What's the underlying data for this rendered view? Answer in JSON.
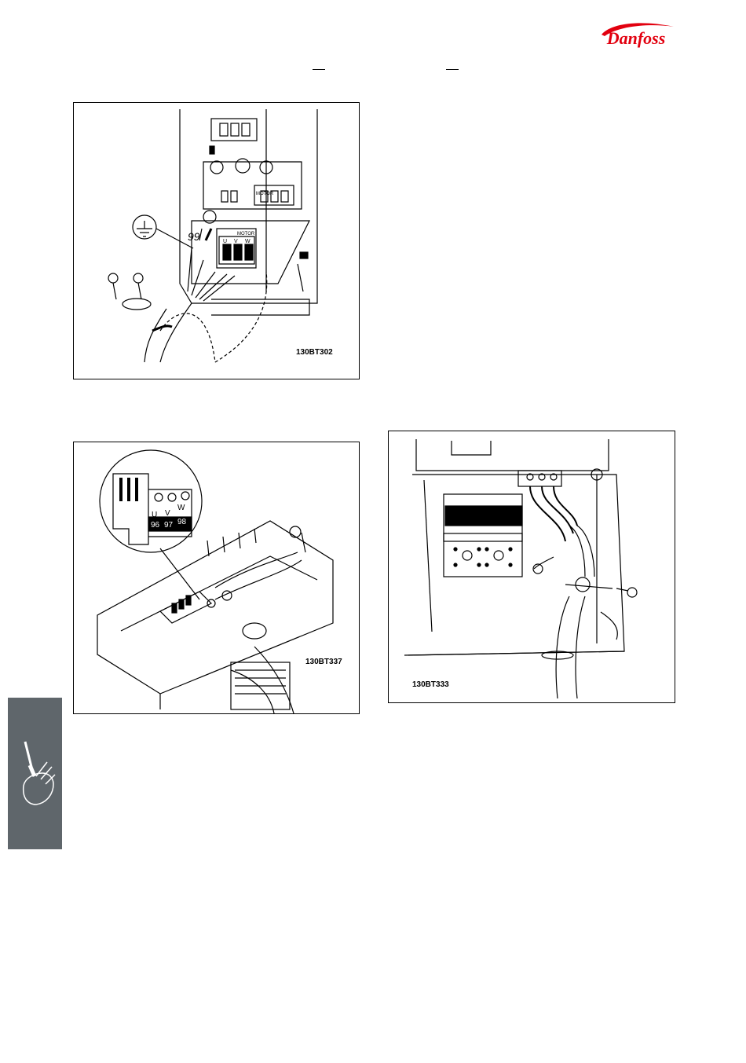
{
  "brand": {
    "name": "Danfoss",
    "color": "#e2000f"
  },
  "figures": [
    {
      "id": "fig1",
      "code": "130BT302",
      "labels": {
        "terminal": "99",
        "connector": "MOTOR",
        "motor_top": "MOTOR",
        "u": "U",
        "v": "V",
        "w": "W"
      }
    },
    {
      "id": "fig2",
      "code": "130BT337",
      "labels": {
        "u": "U",
        "v": "V",
        "w": "W",
        "t96": "96",
        "t97": "97",
        "t98": "98"
      }
    },
    {
      "id": "fig3",
      "code": "130BT333"
    }
  ],
  "side_tab": {
    "icon": "screwdriver-hand-icon",
    "color": "#5f666b"
  }
}
